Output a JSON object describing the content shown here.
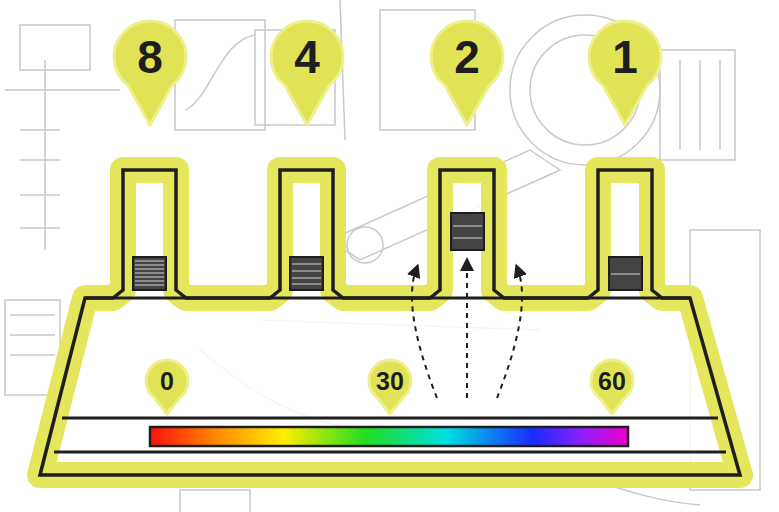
{
  "diagram": {
    "nodes": [
      {
        "text": [
          "8"
        ]
      },
      {
        "text": [
          "4"
        ]
      },
      {
        "text": [
          "2"
        ]
      },
      {
        "text": [
          "1"
        ]
      },
      {
        "text": [
          "0"
        ]
      },
      {
        "text": [
          "30"
        ]
      },
      {
        "text": [
          "60"
        ]
      }
    ]
  }
}
